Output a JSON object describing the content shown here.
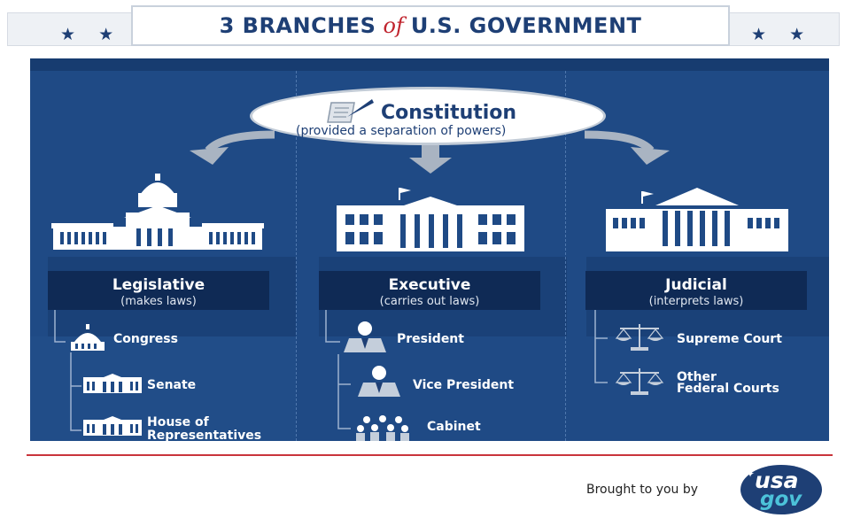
{
  "header": {
    "title_part1": "3 BRANCHES",
    "title_of": "of",
    "title_part2": "U.S. GOVERNMENT",
    "stars_left": "★ ★",
    "stars_right": "★ ★"
  },
  "constitution": {
    "title": "Constitution",
    "subtitle": "(provided a separation of powers)"
  },
  "branches": [
    {
      "title": "Legislative",
      "subtitle": "(makes laws)",
      "items": [
        "Congress",
        "Senate",
        "House of",
        "Representatives"
      ]
    },
    {
      "title": "Executive",
      "subtitle": "(carries out laws)",
      "items": [
        "President",
        "Vice President",
        "Cabinet"
      ]
    },
    {
      "title": "Judicial",
      "subtitle": "(interprets laws)",
      "items": [
        "Supreme Court",
        "Other",
        "Federal Courts"
      ]
    }
  ],
  "footer": {
    "text": "Brought to you by",
    "logo_top": "usa",
    "logo_bottom": "gov"
  },
  "colors": {
    "navy": "#1e3f75",
    "panel": "#1f4a85",
    "box": "#0f2a55",
    "accent_red": "#c0242e",
    "logo_teal": "#4cc2d9"
  }
}
